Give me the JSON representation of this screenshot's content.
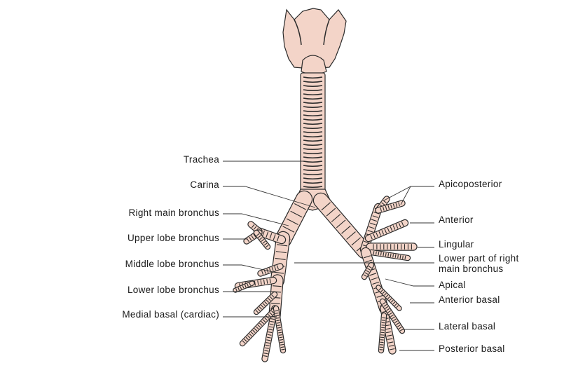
{
  "labels_left": [
    {
      "id": "trachea",
      "text": "Trachea"
    },
    {
      "id": "carina",
      "text": "Carina"
    },
    {
      "id": "right-main-bronchus",
      "text": "Right main bronchus"
    },
    {
      "id": "upper-lobe-bronchus",
      "text": "Upper lobe bronchus"
    },
    {
      "id": "middle-lobe-bronchus",
      "text": "Middle lobe bronchus"
    },
    {
      "id": "lower-lobe-bronchus",
      "text": "Lower lobe bronchus"
    },
    {
      "id": "medial-basal",
      "text": "Medial basal (cardiac)"
    }
  ],
  "labels_right": [
    {
      "id": "apicoposterior",
      "text": "Apicoposterior"
    },
    {
      "id": "anterior",
      "text": "Anterior"
    },
    {
      "id": "lingular",
      "text": "Lingular"
    },
    {
      "id": "lower-part-right-main",
      "line1": "Lower part of right",
      "line2": "main bronchus"
    },
    {
      "id": "apical",
      "text": "Apical"
    },
    {
      "id": "anterior-basal",
      "text": "Anterior basal"
    },
    {
      "id": "lateral-basal",
      "text": "Lateral basal"
    },
    {
      "id": "posterior-basal",
      "text": "Posterior basal"
    }
  ],
  "colors": {
    "tissue": "#f3d4c8",
    "outline": "#2b2b2b",
    "label_text": "#1a1a1a"
  }
}
